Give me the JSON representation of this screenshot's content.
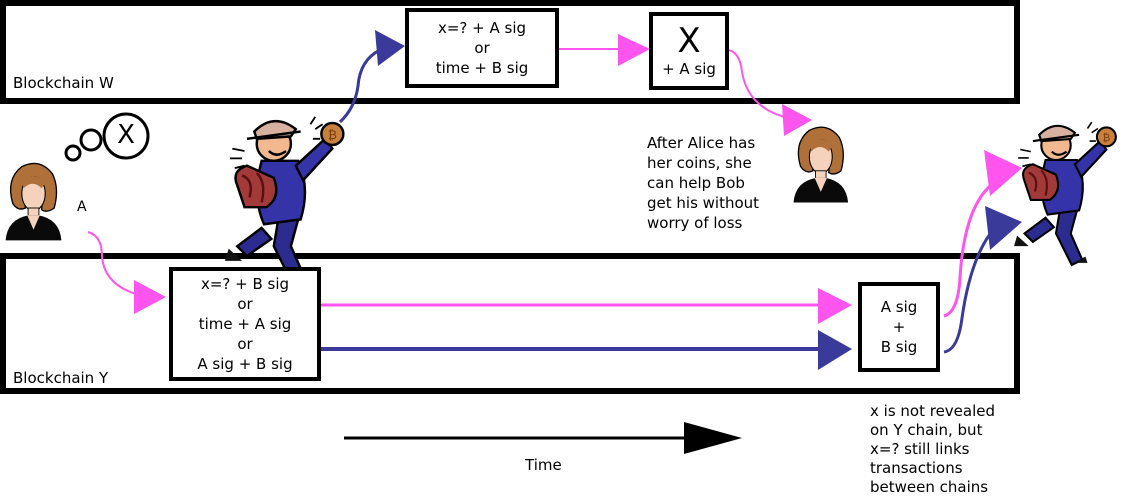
{
  "chains": {
    "w": {
      "label": "Blockchain W"
    },
    "y": {
      "label": "Blockchain Y"
    }
  },
  "tx_w1": {
    "lines": [
      "x=? + A sig",
      "or",
      "time + B sig"
    ]
  },
  "tx_w2": {
    "symbol": "X",
    "line": "+ A sig"
  },
  "tx_y1": {
    "lines": [
      "x=? + B sig",
      "or",
      "time + A sig",
      "or",
      "A sig + B sig"
    ]
  },
  "tx_y2": {
    "lines": [
      "A sig",
      "+",
      "B sig"
    ]
  },
  "alice": {
    "label": "A",
    "thought": "X"
  },
  "notes": {
    "alice_help": [
      "After Alice has",
      "her coins, she",
      "can help Bob",
      "get his without",
      "worry of loss"
    ],
    "x_revealed": [
      "x is not revealed",
      "on Y chain, but",
      "x=? still links",
      "transactions",
      "between chains"
    ]
  },
  "time_label": "Time",
  "colors": {
    "pink": "#ff55ee",
    "blue": "#3a3a9a",
    "black": "#000000"
  }
}
